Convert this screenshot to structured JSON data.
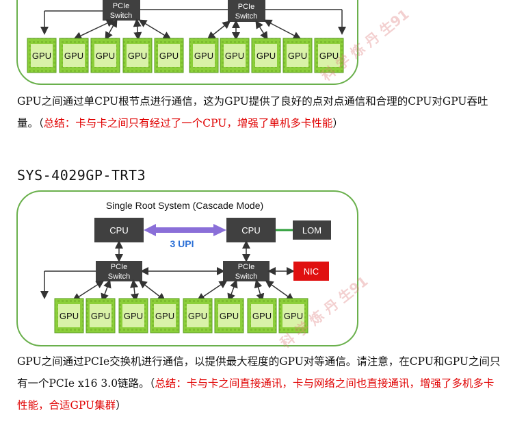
{
  "top_diagram": {
    "switch_label_line1": "PCIe",
    "switch_label_line2": "Switch",
    "gpu_label": "GPU"
  },
  "paragraph1": {
    "text": "GPU之间通过单CPU根节点进行通信，这为GPU提供了良好的点对点通信和合理的CPU对GPU吞吐量。（",
    "highlight": "总结：卡与卡之间只有经过了一个CPU，增强了单机多卡性能",
    "end": "）"
  },
  "section_title": "SYS-4029GP-TRT3",
  "bottom_diagram": {
    "title": "Single Root System (Cascade Mode)",
    "cpu_label": "CPU",
    "upi_label": "3 UPI",
    "lom_label": "LOM",
    "nic_label": "NIC",
    "switch_label_line1": "PCIe",
    "switch_label_line2": "Switch",
    "gpu_label": "GPU"
  },
  "paragraph2": {
    "text": "GPU之间通过PCIe交换机进行通信，以提供最大程度的GPU对等通信。请注意，在CPU和GPU之间只有一个PCIe x16 3.0链路。（",
    "highlight": "总结：卡与卡之间直接通讯，卡与网络之间也直接通讯，增强了多机多卡性能，合适GPU集群",
    "end": "）"
  },
  "watermark_text": "科 学 炼 丹 生91",
  "colors": {
    "frame_green": "#6ab04c",
    "gpu_green": "#8ccf3a",
    "box_dark": "#404040",
    "upi_blue": "#2a6fd6",
    "arrow_purple": "#8a6fd8",
    "nic_red": "#e01010",
    "highlight_red": "#e00000"
  }
}
